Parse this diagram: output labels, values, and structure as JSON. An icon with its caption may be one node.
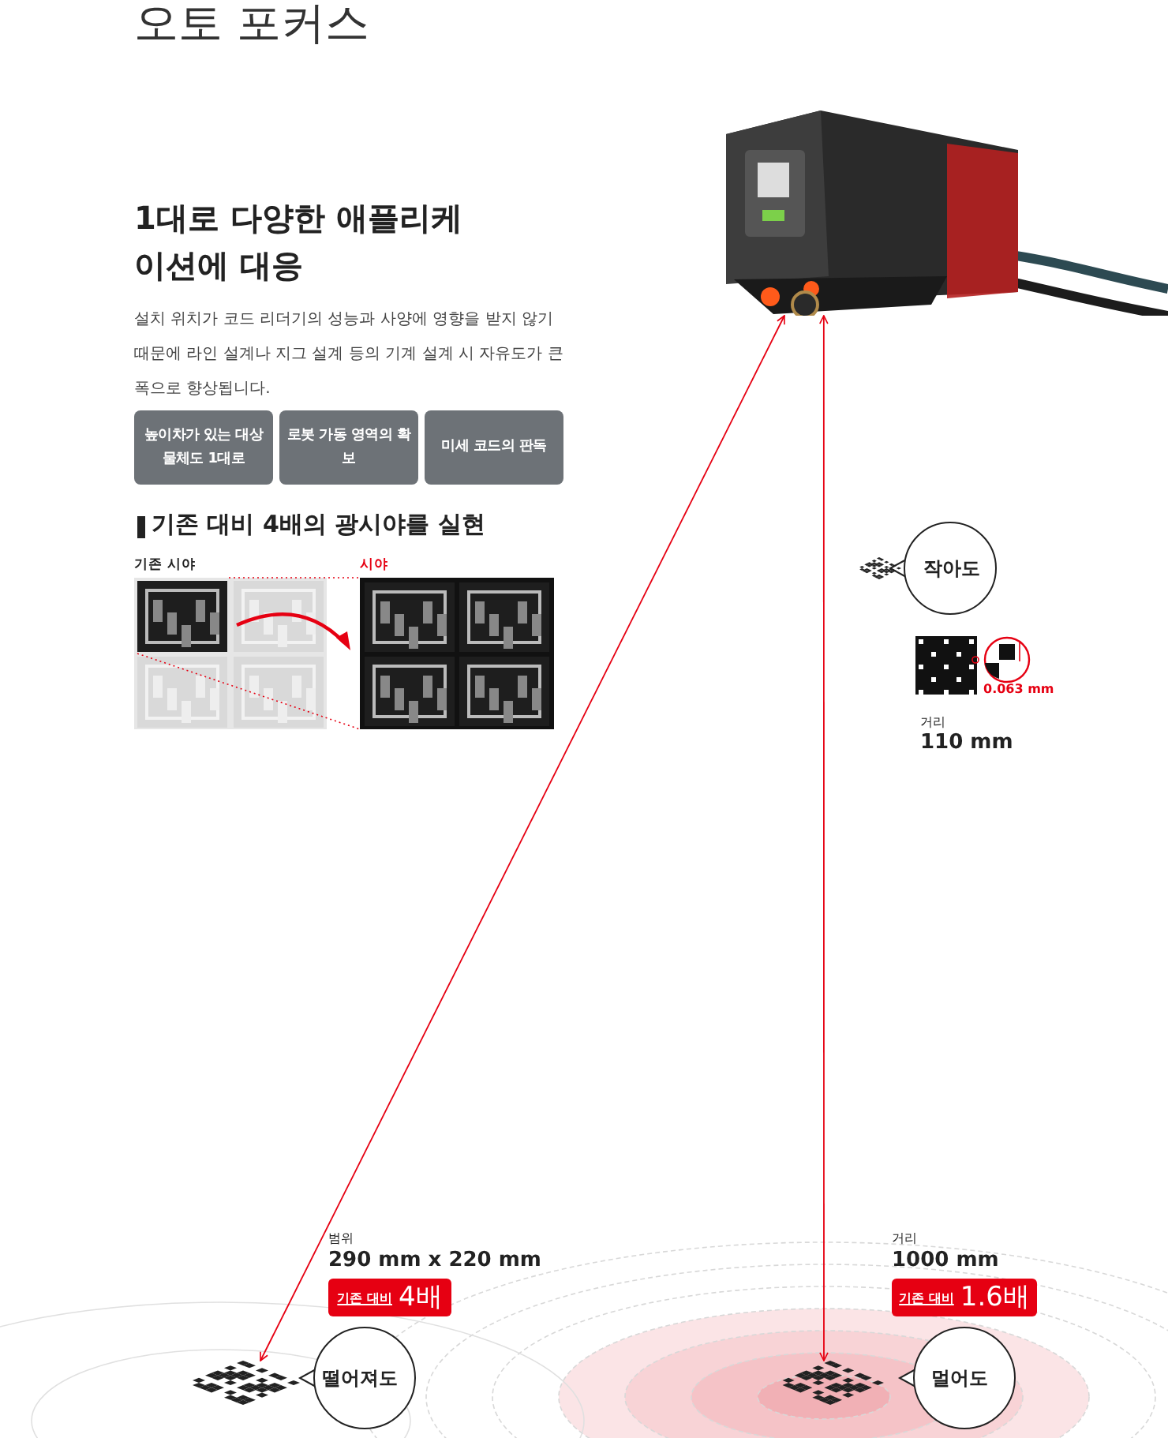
{
  "diagram": {
    "title": "오토 포커스",
    "nodes": [
      {
        "text": [],
        "shape": "picture"
      },
      {
        "text": [
          "높이차가 있는 대상 물체도 1대로"
        ]
      },
      {
        "text": [
          "로봇 가동 영역의 확보"
        ]
      },
      {
        "text": [
          "미세 코드의 판독"
        ]
      },
      {
        "text": [
          "작아도"
        ]
      },
      {
        "text": [
          "떨어져도"
        ]
      },
      {
        "text": [
          "멀어도"
        ]
      },
      {
        "text": [],
        "shape": "picture"
      },
      {
        "text": [],
        "shape": "picture"
      },
      {
        "text": [],
        "shape": "picture"
      },
      {
        "text": [
          "기존 대비",
          "4배"
        ]
      },
      {
        "text": [
          "기존 대비",
          "1.6배"
        ]
      }
    ],
    "edges": [
      {
        "from": 0,
        "to": 7,
        "arrow": "both"
      },
      {
        "from": 0,
        "to": 8,
        "arrow": "both"
      }
    ],
    "labels": [
      "1대로 다양한 애플리케이션에 대응",
      "설치 위치가 코드 리더기의 성능과 사양에 영향을 받지 않기 때문에 라인 설계나 지그 설계 등의 기계 설계 시 자유도가 큰 폭으로 향상됩니다.",
      "기존 대비 4배의 광시야를 실현",
      "기존 시야",
      "시야",
      "0.063 mm",
      "거리",
      "110 mm",
      "범위",
      "290 mm x 220 mm",
      "거리",
      "1000 mm"
    ]
  }
}
